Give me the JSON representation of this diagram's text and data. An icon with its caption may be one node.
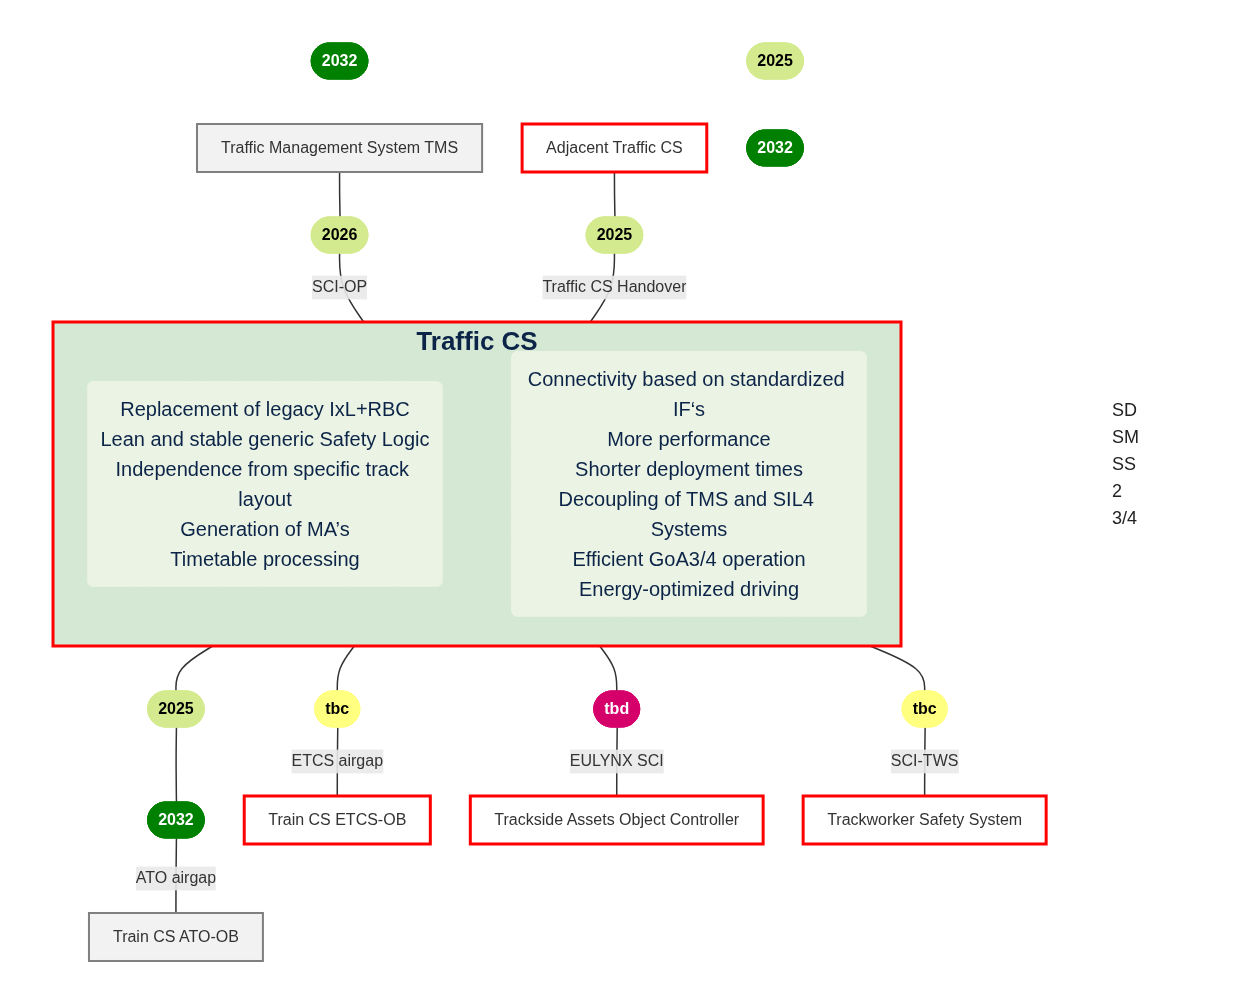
{
  "diagram": {
    "nodes": [
      {
        "text": [
          "Traffic Management System TMS"
        ]
      },
      {
        "text": [
          "2032"
        ]
      },
      {
        "text": [
          "2026"
        ]
      },
      {
        "text": [
          "Adjacent Traffic CS"
        ]
      },
      {
        "text": [
          "2025"
        ]
      },
      {
        "text": [
          "Traffic CS"
        ]
      },
      {
        "text": [
          "Replacement of legacy IxL+RBC",
          "Lean and stable generic Safety Logic",
          "Independence from specific track layout",
          "Generation of MA’s",
          "Timetable processing"
        ],
        "in": 5
      },
      {
        "text": [
          "Connectivity based on standardized IF‘s",
          "More performance",
          "Shorter deployment times",
          "Decoupling of TMS and SIL4 Systems",
          "Efficient GoA3/4 operation",
          "Energy-optimized driving"
        ],
        "in": 5
      },
      {
        "text": [
          "2025"
        ]
      },
      {
        "text": [
          "2032"
        ]
      },
      {
        "text": [
          "2025"
        ]
      },
      {
        "text": [
          "2032"
        ]
      },
      {
        "text": [
          "tbc"
        ]
      },
      {
        "text": [
          "tbd"
        ]
      },
      {
        "text": [
          "tbc"
        ]
      },
      {
        "text": [
          "Train CS ATO-OB"
        ]
      },
      {
        "text": [
          "Train CS ETCS-OB"
        ]
      },
      {
        "text": [
          "Trackside Assets Object Controller"
        ]
      },
      {
        "text": [
          "Trackworker Safety System"
        ]
      }
    ],
    "edges": [
      {
        "from": 0,
        "to": 2,
        "arrow": "none"
      },
      {
        "from": 2,
        "to": 5,
        "arrow": "none",
        "label": "SCI-OP"
      },
      {
        "from": 3,
        "to": 4,
        "arrow": "none"
      },
      {
        "from": 4,
        "to": 5,
        "arrow": "none",
        "label": "Traffic CS Handover"
      },
      {
        "from": 5,
        "to": 10,
        "arrow": "none"
      },
      {
        "from": 10,
        "to": 11,
        "arrow": "none"
      },
      {
        "from": 11,
        "to": 15,
        "arrow": "none",
        "label": "ATO airgap"
      },
      {
        "from": 5,
        "to": 12,
        "arrow": "none"
      },
      {
        "from": 12,
        "to": 16,
        "arrow": "none",
        "label": "ETCS airgap"
      },
      {
        "from": 5,
        "to": 13,
        "arrow": "none"
      },
      {
        "from": 13,
        "to": 17,
        "arrow": "none",
        "label": "EULYNX SCI"
      },
      {
        "from": 5,
        "to": 14,
        "arrow": "none"
      },
      {
        "from": 14,
        "to": 18,
        "arrow": "none",
        "label": "SCI-TWS"
      }
    ],
    "labels": [
      "SD",
      "SM",
      "SS",
      "2",
      "3/4"
    ]
  }
}
